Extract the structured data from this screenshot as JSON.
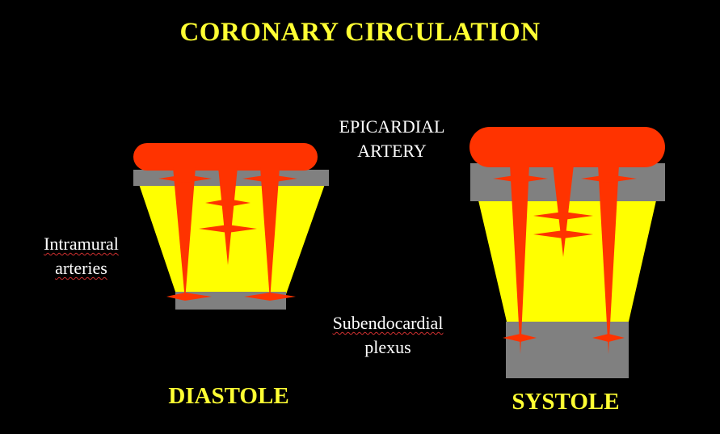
{
  "title": "CORONARY CIRCULATION",
  "labels": {
    "epicardial_line1": "EPICARDIAL",
    "epicardial_line2": "ARTERY",
    "intramural_line1": "Intramural",
    "intramural_line2": "arteries",
    "subendo_line1": "Subendocardial",
    "subendo_line2": "plexus"
  },
  "phases": {
    "diastole": "DIASTOLE",
    "systole": "SYSTOLE"
  },
  "colors": {
    "background": "#000000",
    "title": "#ffff33",
    "artery": "#ff3300",
    "myocardium": "#ffff00",
    "tissue_band": "#808080",
    "label_text": "#ffffff"
  }
}
